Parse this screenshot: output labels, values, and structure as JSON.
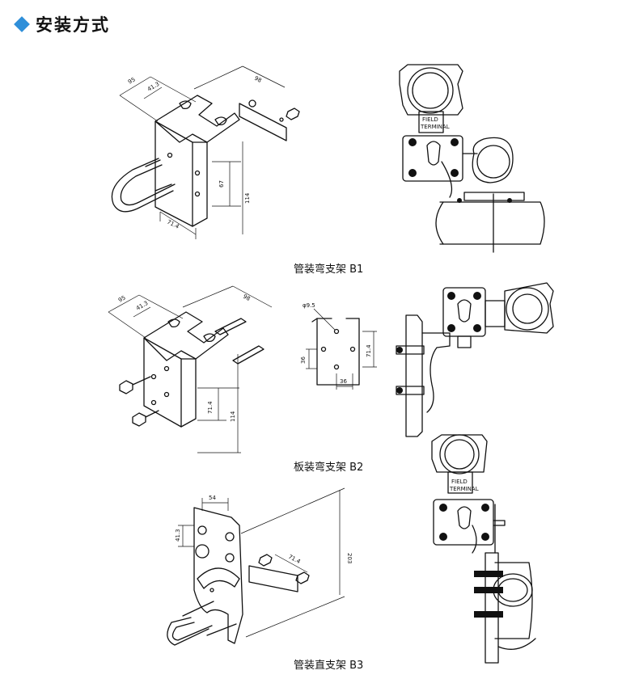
{
  "header": {
    "title": "安装方式"
  },
  "figures": [
    {
      "caption": "管装弯支架 B1",
      "dims": [
        "95",
        "41.3",
        "98",
        "67",
        "114",
        "71.4"
      ]
    },
    {
      "caption": "板装弯支架 B2",
      "dims": [
        "95",
        "41.3",
        "98",
        "71.4",
        "114",
        "φ9.5",
        "36",
        "71.4",
        "36"
      ]
    },
    {
      "caption": "管装直支架 B3",
      "dims": [
        "54",
        "41.3",
        "203",
        "71.4"
      ]
    }
  ],
  "labels": {
    "field_terminal_1": "FIELD",
    "field_terminal_2": "TERMINAL"
  },
  "colors": {
    "accent": "#2f8fd9"
  }
}
